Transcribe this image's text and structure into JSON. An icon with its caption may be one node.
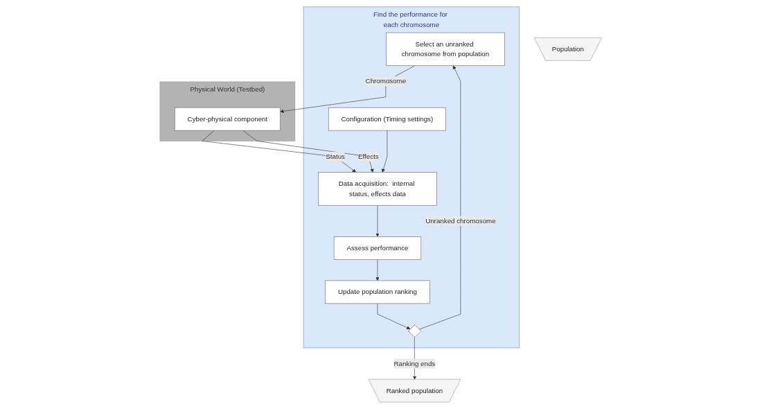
{
  "diagram": {
    "nodes": [
      {
        "text": [
          "Find the performance for each chromosome"
        ]
      },
      {
        "text": [
          "Select an unranked chromosome from population"
        ],
        "in": 0
      },
      {
        "text": [
          "Assess performance"
        ],
        "in": 0
      },
      {
        "text": [
          "Data acquisition:  internal status, effects data"
        ],
        "in": 0
      },
      {
        "text": [
          "Update population ranking"
        ],
        "in": 0
      },
      {
        "text": [
          "Configuration (Timing settings)"
        ],
        "in": 0
      },
      {
        "text": [],
        "shape": "diamond",
        "in": 0
      },
      {
        "text": [
          "Physical World (Testbed)"
        ]
      },
      {
        "text": [
          "Cyber-physical component"
        ],
        "in": 7
      },
      {
        "text": [
          "Population"
        ]
      },
      {
        "text": [
          "Ranked population"
        ]
      }
    ],
    "edges": [
      {
        "from": 1,
        "to": 8,
        "label": "Chromosome",
        "arrow": "to"
      },
      {
        "from": 8,
        "to": 3,
        "label": "Status",
        "arrow": "to"
      },
      {
        "from": 8,
        "to": 3,
        "label": "Effects",
        "arrow": "to"
      },
      {
        "from": 3,
        "to": 2,
        "arrow": "to"
      },
      {
        "from": 2,
        "to": 4,
        "arrow": "to"
      },
      {
        "from": 5,
        "to": 3,
        "arrow": "to"
      },
      {
        "from": 4,
        "to": 6,
        "arrow": "to"
      },
      {
        "from": 6,
        "to": 1,
        "label": "Unranked chromosome",
        "arrow": "to"
      },
      {
        "from": 6,
        "to": 10,
        "label": "Ranking ends",
        "arrow": "to"
      }
    ]
  }
}
